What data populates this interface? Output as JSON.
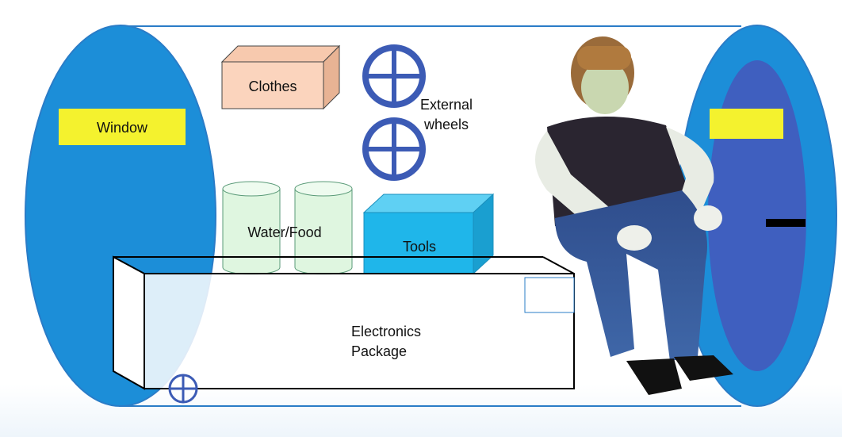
{
  "labels": {
    "window": "Window",
    "clothes": "Clothes",
    "external_wheels_line1": "External",
    "external_wheels_line2": "wheels",
    "water_food": "Water/Food",
    "tools": "Tools",
    "electronics_line1": "Electronics",
    "electronics_line2": "Package"
  },
  "icons": {
    "wheel": "wheel-icon",
    "person": "person-icon"
  },
  "colors": {
    "capsule_blue": "#1c8ed8",
    "capsule_edge": "#2a7cc7",
    "hatch_inner": "#3f5fbf",
    "label_yellow": "#f4f22e",
    "clothes_box": "#fbd4bd",
    "tools_box": "#1fb6ea",
    "water_food": "#dff6e0",
    "wheel_blue": "#3c5bb5",
    "outline": "#000000"
  }
}
